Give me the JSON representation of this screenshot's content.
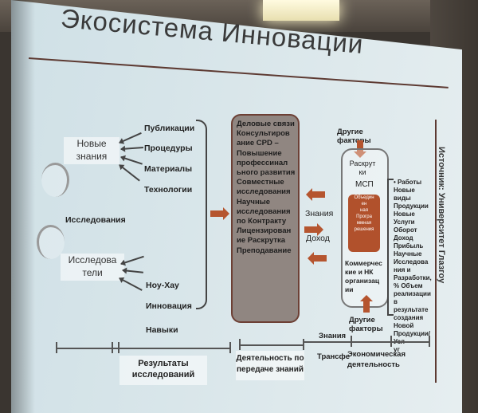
{
  "title": "Экосистема Инновации",
  "left": {
    "new_knowledge": "Новые знания",
    "research": "Исследования",
    "researchers": "Исследова тели",
    "inputs": [
      "Публикации",
      "Процедуры",
      "Материалы",
      "Технологии"
    ],
    "know_how": "Ноу-Хау",
    "innovation": "Инновация",
    "skills": "Навыки"
  },
  "center": {
    "text": "Деловые связи Консультиров ание CPD – Повышение профессинал ьного развития Совместные исследования Научные исследования по Контракту Лицензирован ие Раскрутка Преподавание"
  },
  "flow": {
    "knowledge": "Знания",
    "income": "Доход"
  },
  "right": {
    "other_factors_top": "Другие факторы",
    "raskrutka": "Раскрут ки",
    "msp": "МСП",
    "red_box": [
      "Объедин",
      "ен",
      "ная",
      "Програ",
      "ммная",
      "решения"
    ],
    "commercial": "Коммерчес кие и НК организац ии",
    "other_factors_bottom": "Другие факторы",
    "list": [
      "• Работы",
      "Новые виды",
      "Продукции",
      "Новые",
      "Услуги",
      "Оборот",
      "Доход",
      "Прибыль",
      "Научные",
      "Исследова",
      "ния и",
      "Разработки,",
      "% Объем",
      "реализации в",
      "результате",
      "создания",
      "Новой",
      "Продукции/Усл",
      "уг"
    ]
  },
  "source": "Источник: Университет Глазгоу",
  "bottom": {
    "results": "Результаты исследований",
    "transfer_activity": "Деятельность по передаче знаний",
    "knowledge": "Знания",
    "transfer": "Трансфе",
    "economic": "Экономическая деятельность"
  }
}
